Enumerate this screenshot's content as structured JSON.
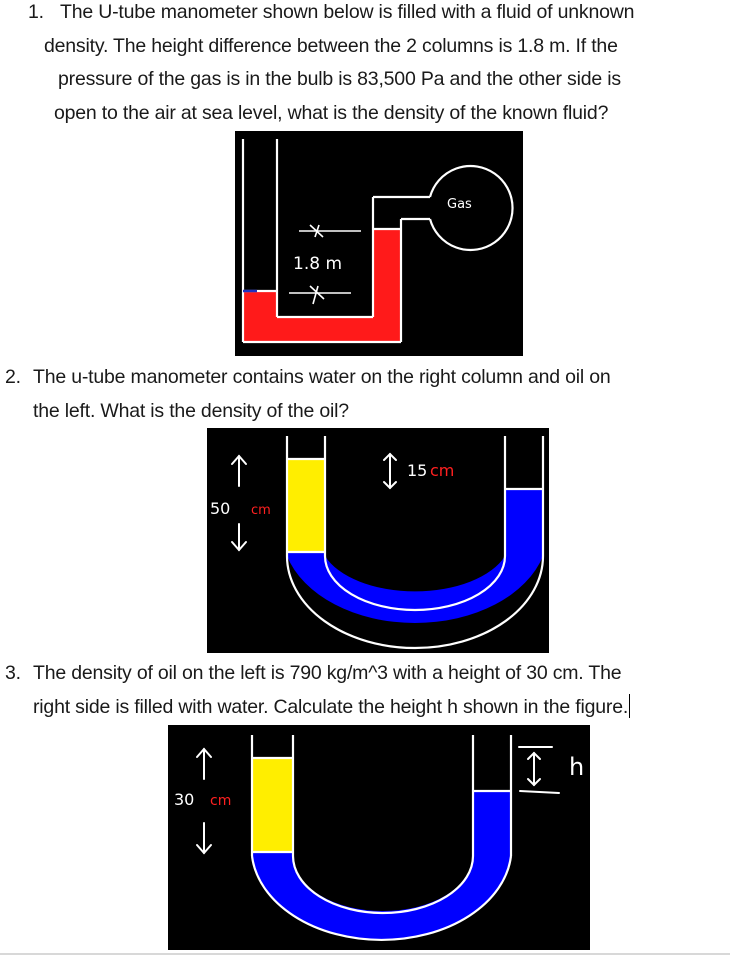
{
  "questions": [
    {
      "number": "1.",
      "lines": [
        "The U-tube manometer shown below is filled with a fluid of unknown",
        "density. The height difference between the 2 columns is 1.8 m. If the",
        "pressure of the gas is in the bulb is 83,500 Pa and the other side is",
        "open to the air at sea level, what is the density of the known fluid?"
      ],
      "figure": {
        "gas_label": "Gas",
        "height_label": "1.8 m",
        "fluid_color": "#ff1a1a"
      }
    },
    {
      "number": "2.",
      "lines": [
        "The u-tube manometer contains water on the right column and oil on",
        "the left. What is the density of the oil?"
      ],
      "figure": {
        "left_value": "50",
        "left_unit": "cm",
        "right_value": "15",
        "right_unit": "cm",
        "oil_color": "#ffee00",
        "water_color": "#0000ff"
      }
    },
    {
      "number": "3.",
      "lines": [
        "The density of oil on the left is 790 kg/m^3 with a height of 30 cm. The",
        "right side is filled with water. Calculate the height h shown in the figure."
      ],
      "figure": {
        "left_value": "30",
        "left_unit": "cm",
        "right_label": "h",
        "oil_color": "#ffee00",
        "water_color": "#0000ff"
      }
    }
  ],
  "colors": {
    "unit_red": "#ff2020",
    "figure_bg": "#000000",
    "outline": "#ffffff"
  }
}
